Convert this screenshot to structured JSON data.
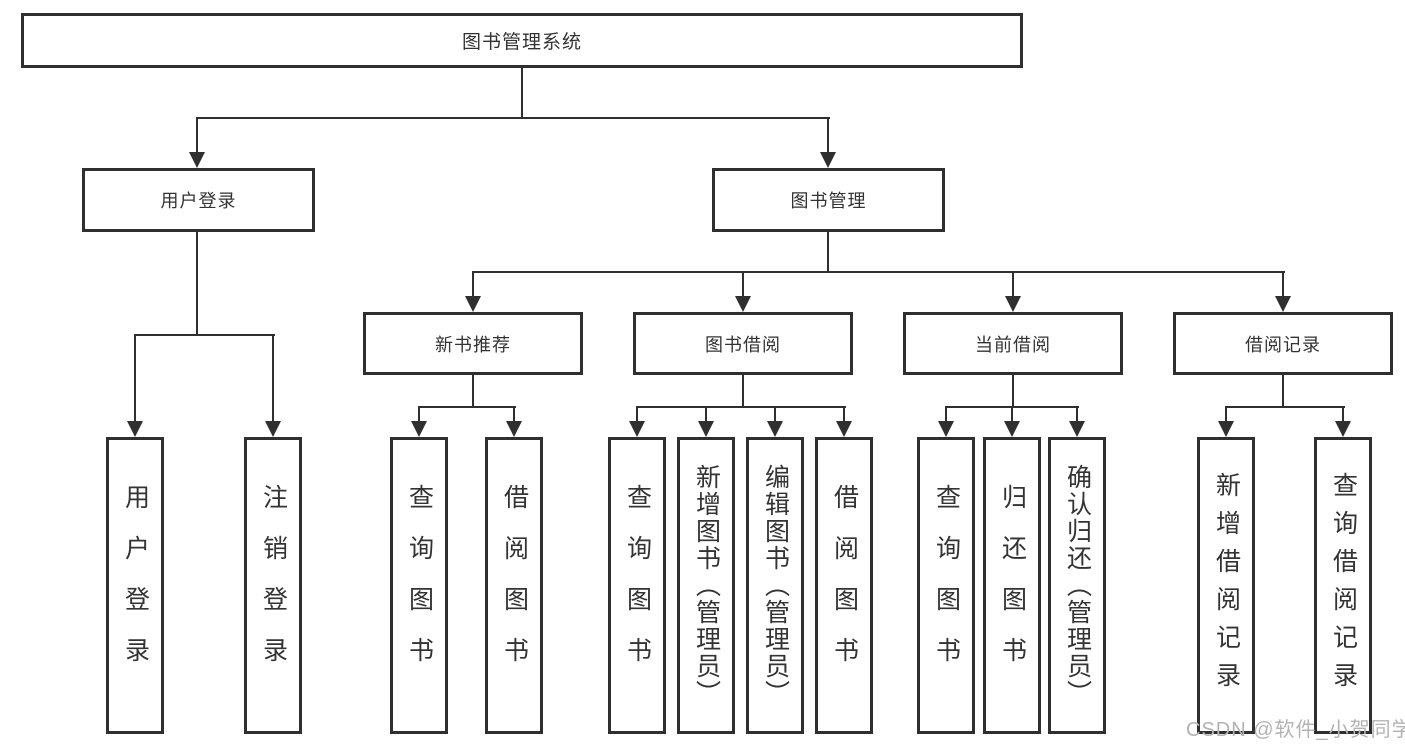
{
  "diagram_title": "图书管理系统",
  "tree": {
    "root": {
      "label": "图书管理系统"
    },
    "user_login": {
      "label": "用户登录",
      "children": [
        "用户登录",
        "注销登录"
      ]
    },
    "book_management": {
      "label": "图书管理",
      "sections": {
        "new_books": {
          "label": "新书推荐",
          "children": [
            "查询图书",
            "借阅图书"
          ]
        },
        "book_borrowing": {
          "label": "图书借阅",
          "children": [
            "查询图书",
            "新增图书（管理员）",
            "编辑图书（管理员）",
            "借阅图书"
          ]
        },
        "current_borrowing": {
          "label": "当前借阅",
          "children": [
            "查询图书",
            "归还图书",
            "确认归还（管理员）"
          ]
        },
        "borrowing_records": {
          "label": "借阅记录",
          "children": [
            "新增借阅记录",
            "查询借阅记录"
          ]
        }
      }
    }
  },
  "watermark": "CSDN @软件_小贺同学",
  "colors": {
    "line": "#2f2f2f",
    "text": "#333333",
    "watermark": "#b3b3b3",
    "background": "#ffffff"
  }
}
